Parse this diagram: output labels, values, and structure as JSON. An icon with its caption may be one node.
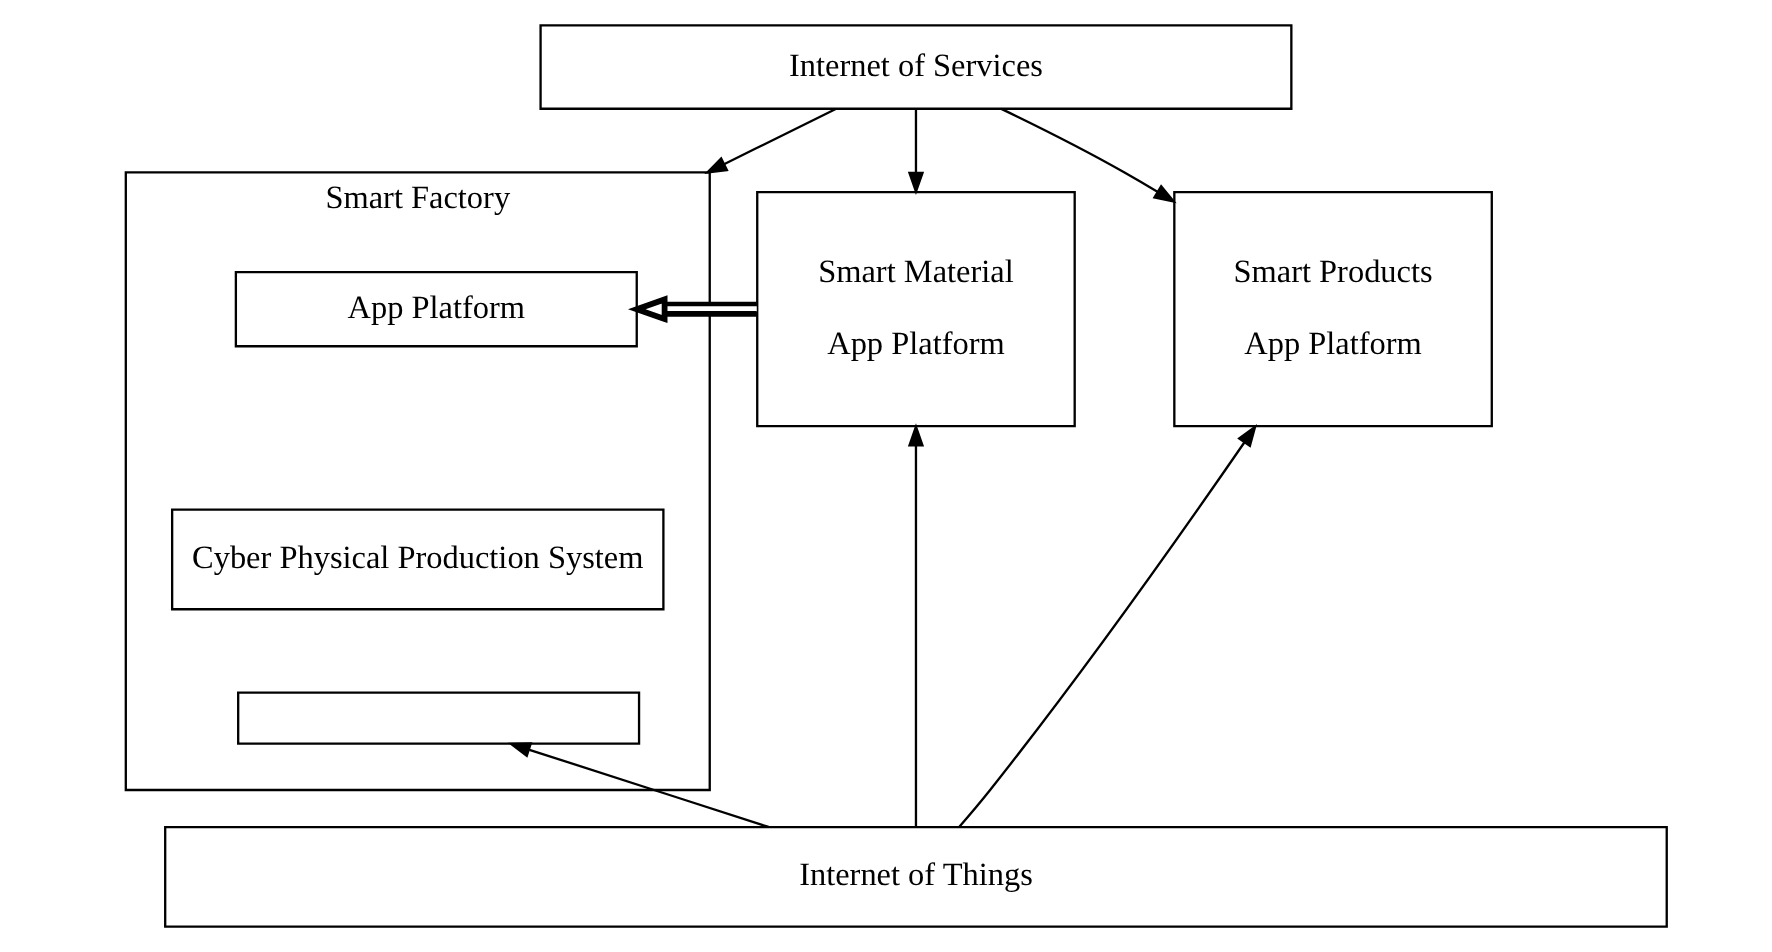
{
  "diagram": {
    "nodes": [
      {
        "text": [
          "Internet of Services"
        ]
      },
      {
        "text": [
          "Smart Material",
          "App Platform"
        ]
      },
      {
        "text": [
          "Smart Factory"
        ]
      },
      {
        "text": [
          "App Platform"
        ],
        "in": 2
      },
      {
        "text": [
          "Cyber Physical Production System"
        ],
        "in": 2
      },
      {
        "text": [],
        "shape": "box",
        "in": 2
      },
      {
        "text": [
          "Smart Products",
          "App Platform"
        ]
      },
      {
        "text": [
          "Internet of Things"
        ]
      }
    ],
    "edges": [
      {
        "from": 0,
        "to": 1,
        "arrow": "to"
      },
      {
        "from": 0,
        "to": 2,
        "arrow": "to"
      },
      {
        "from": 0,
        "to": 6,
        "arrow": "to"
      },
      {
        "from": 1,
        "to": 3,
        "arrow": "to",
        "style": "thick"
      },
      {
        "from": 7,
        "to": 1,
        "arrow": "to"
      },
      {
        "from": 7,
        "to": 5,
        "arrow": "to"
      },
      {
        "from": 7,
        "to": 6,
        "arrow": "to"
      }
    ]
  }
}
